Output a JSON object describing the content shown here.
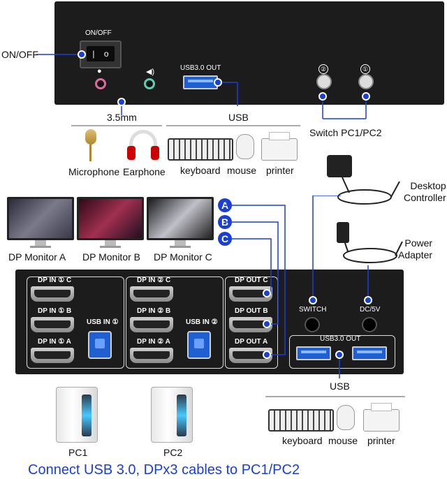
{
  "top_panel": {
    "power_switch_label": "ON/OFF",
    "usb_out_label": "USB3.0 OUT",
    "switch_numbers": [
      "②",
      "①"
    ]
  },
  "callouts": {
    "on_off": "ON/OFF",
    "audio": "3.5mm",
    "usb_top": "USB",
    "switch": "Switch PC1/PC2",
    "desktop_controller": "Desktop\nController",
    "power_adapter": "Power\nAdapter",
    "usb_bottom": "USB"
  },
  "peripherals_top": {
    "microphone": "Microphone",
    "earphone": "Earphone",
    "keyboard": "keyboard",
    "mouse": "mouse",
    "printer": "printer"
  },
  "monitors": [
    "DP Monitor A",
    "DP Monitor B",
    "DP Monitor C"
  ],
  "connector_letters": [
    "A",
    "B",
    "C"
  ],
  "rear_panel": {
    "pc1_ports": [
      "DP IN ① C",
      "DP IN ① B",
      "DP IN ① A"
    ],
    "pc1_usb": "USB IN ①",
    "pc2_ports": [
      "DP IN ② C",
      "DP IN ② B",
      "DP IN ② A"
    ],
    "pc2_usb": "USB IN ②",
    "out_ports": [
      "DP OUT C",
      "DP OUT B",
      "DP OUT A"
    ],
    "switch_label": "SWITCH",
    "dc_label": "DC/5V",
    "usb_out_label": "USB3.0 OUT"
  },
  "peripherals_bottom": {
    "keyboard": "keyboard",
    "mouse": "mouse",
    "printer": "printer"
  },
  "pcs": [
    "PC1",
    "PC2"
  ],
  "footer": "Connect USB 3.0, DPx3 cables to PC1/PC2",
  "colors": {
    "accent": "#1a3fd6",
    "panel": "#1c1c1c",
    "footer_text": "#1a3fd6"
  }
}
